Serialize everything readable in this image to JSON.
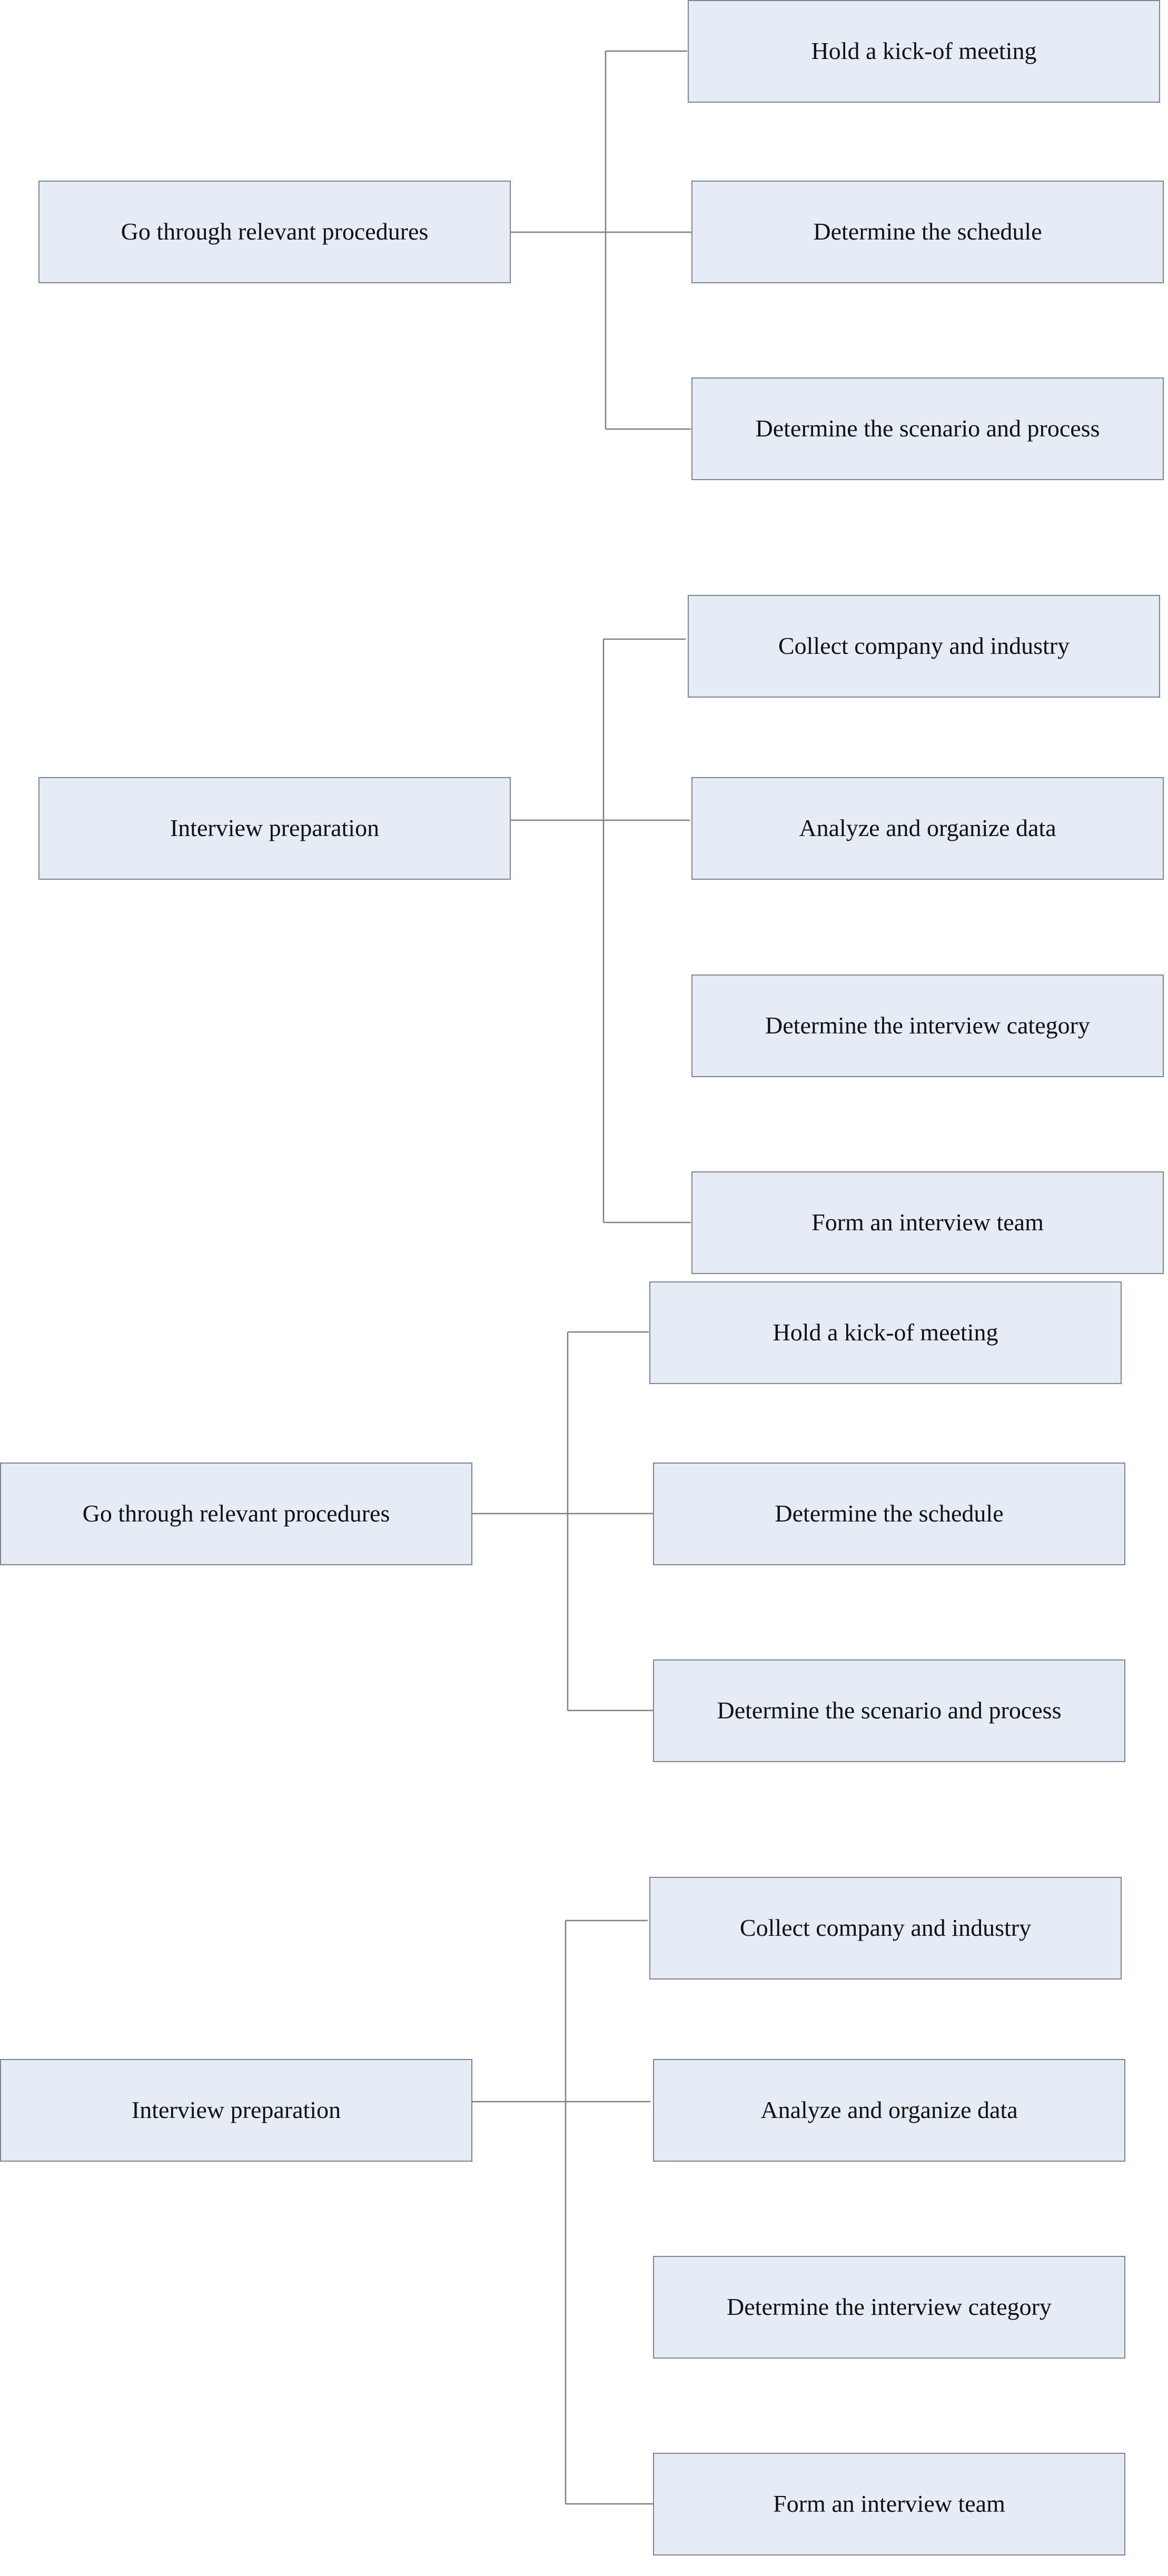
{
  "diagram": {
    "type": "hierarchy",
    "colors": {
      "box_fill": "#e6ecf6",
      "box_border": "#7d8591",
      "connector": "#7f7f7f",
      "text": "#111111"
    },
    "groups": [
      {
        "parent": "Go through relevant procedures",
        "children": [
          "Hold a kick-of meeting",
          "Determine the schedule",
          "Determine the scenario and process"
        ]
      },
      {
        "parent": "Interview preparation",
        "children": [
          "Collect company and industry",
          "Analyze and organize data",
          "Determine the interview category",
          "Form an interview team"
        ]
      },
      {
        "parent": "Go through relevant procedures",
        "children": [
          "Hold a kick-of meeting",
          "Determine the schedule",
          "Determine the scenario and process"
        ]
      },
      {
        "parent": "Interview preparation",
        "children": [
          "Collect company and industry",
          "Analyze and organize data",
          "Determine the interview category",
          "Form an interview team"
        ]
      }
    ]
  }
}
